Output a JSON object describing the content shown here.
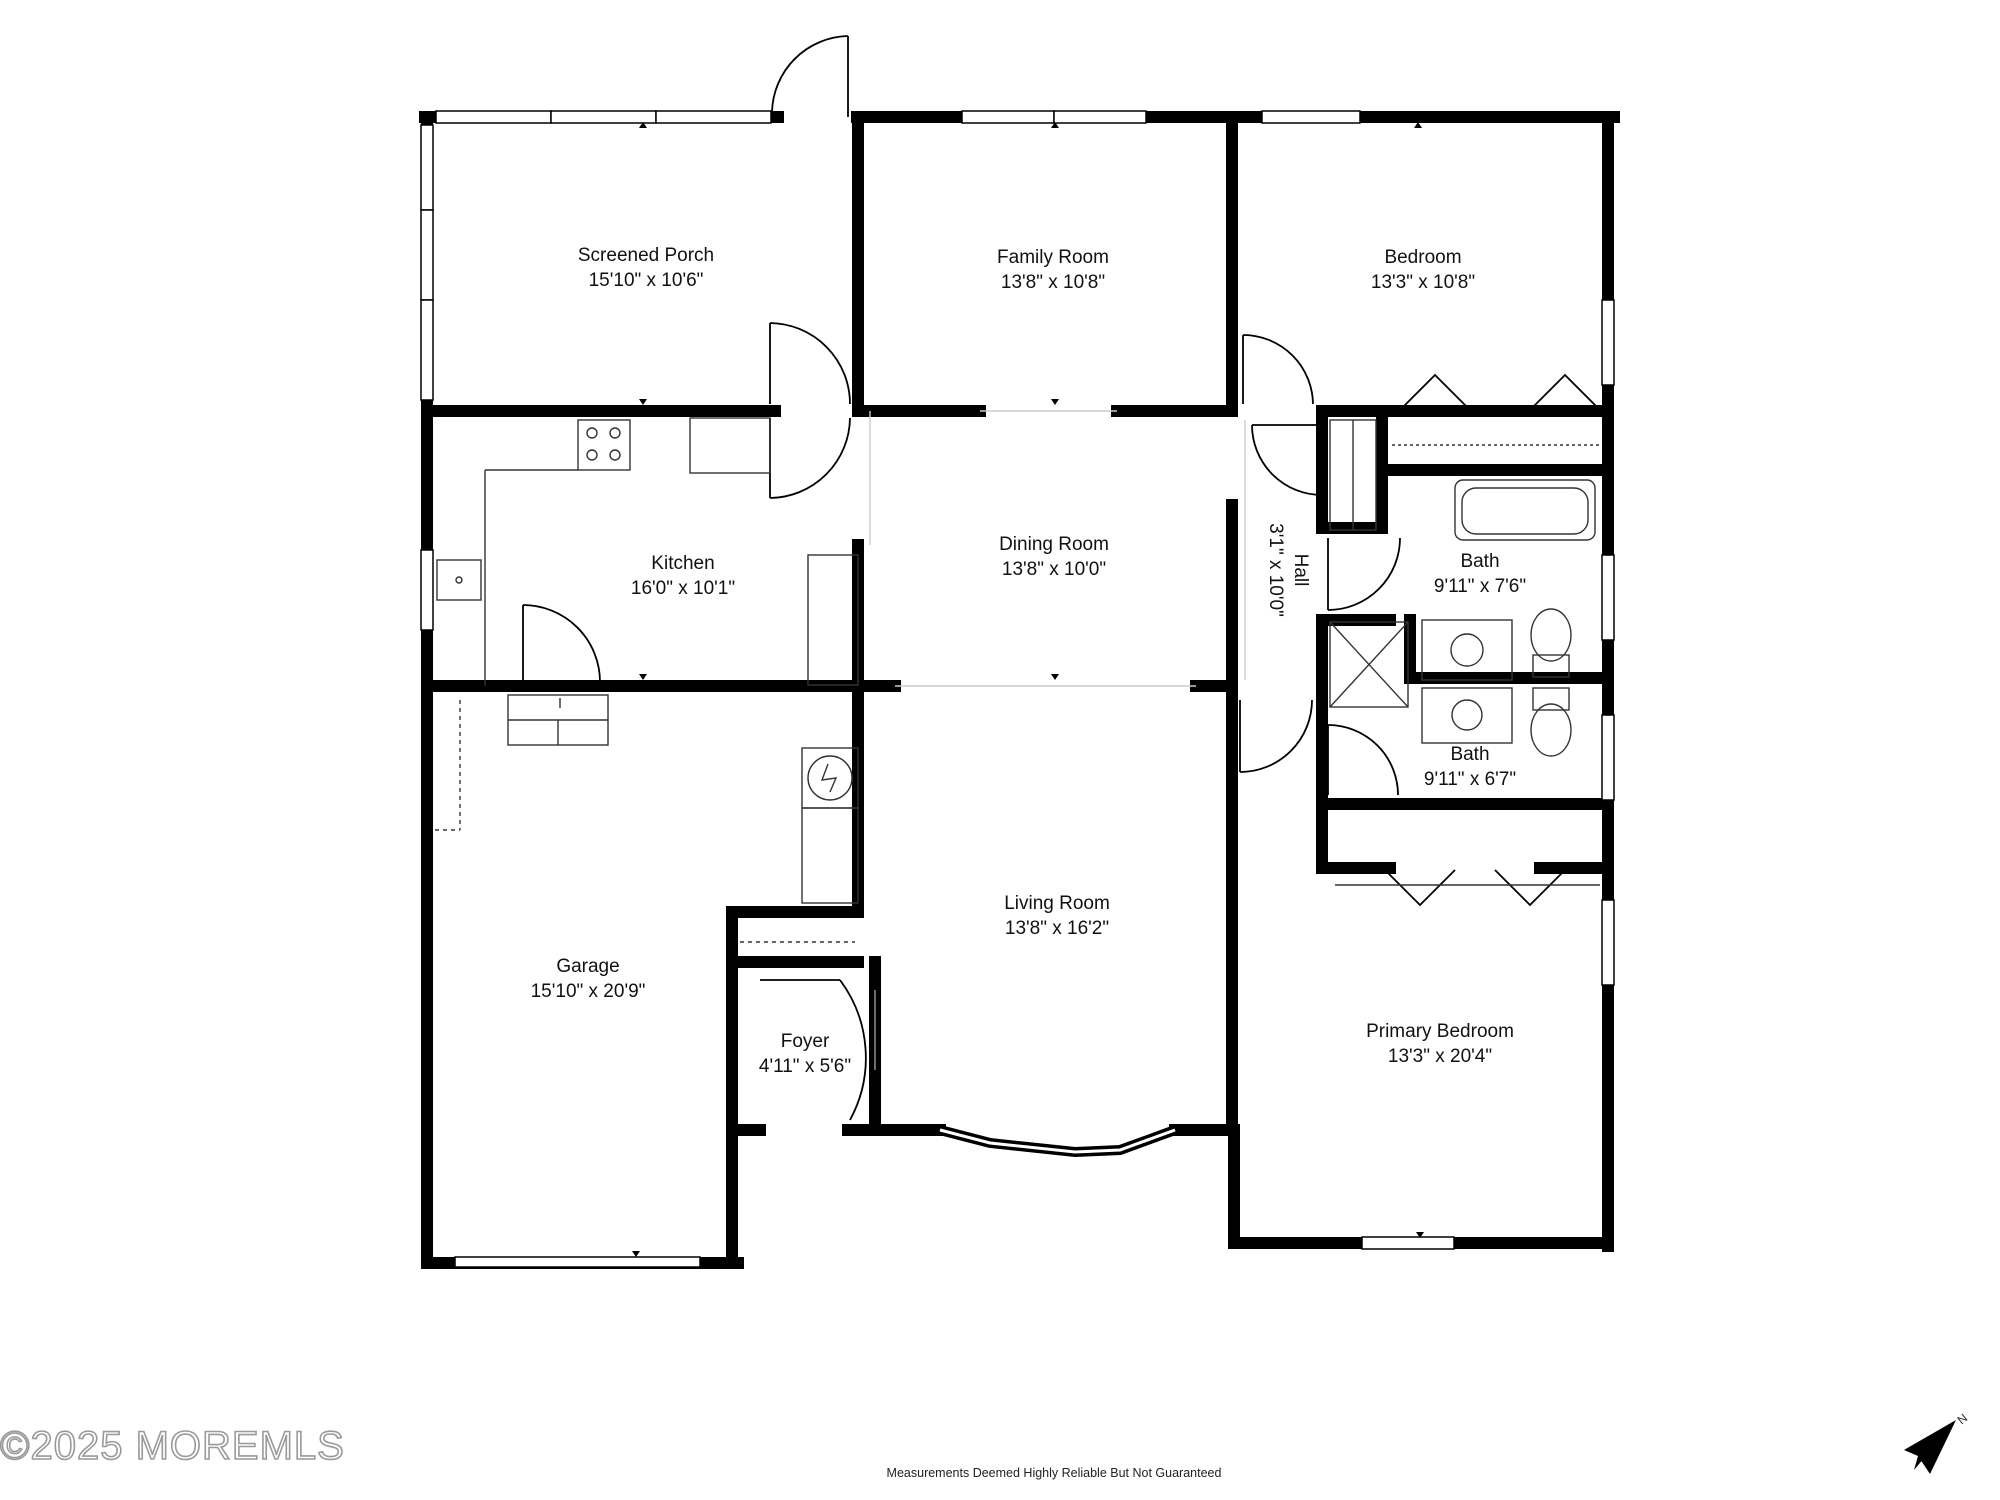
{
  "rooms": {
    "screened_porch": {
      "name": "Screened Porch",
      "dims": "15'10\" x 10'6\""
    },
    "family_room": {
      "name": "Family Room",
      "dims": "13'8\" x 10'8\""
    },
    "bedroom": {
      "name": "Bedroom",
      "dims": "13'3\" x 10'8\""
    },
    "kitchen": {
      "name": "Kitchen",
      "dims": "16'0\" x 10'1\""
    },
    "dining_room": {
      "name": "Dining Room",
      "dims": "13'8\" x 10'0\""
    },
    "hall": {
      "name": "Hall",
      "dims": "3'1\" x 10'0\""
    },
    "bath_1": {
      "name": "Bath",
      "dims": "9'11\" x 7'6\""
    },
    "bath_2": {
      "name": "Bath",
      "dims": "9'11\" x 6'7\""
    },
    "garage": {
      "name": "Garage",
      "dims": "15'10\" x 20'9\""
    },
    "living_room": {
      "name": "Living Room",
      "dims": "13'8\" x 16'2\""
    },
    "foyer": {
      "name": "Foyer",
      "dims": "4'11\" x 5'6\""
    },
    "primary_bedroom": {
      "name": "Primary Bedroom",
      "dims": "13'3\" x 20'4\""
    }
  },
  "footer": {
    "copyright": "©2025 MOREMLS",
    "disclaimer": "Measurements Deemed Highly Reliable But Not Guaranteed",
    "compass_letter": "N"
  },
  "colors": {
    "wall": "#000000",
    "fixture_line": "#333333",
    "background": "#ffffff"
  }
}
